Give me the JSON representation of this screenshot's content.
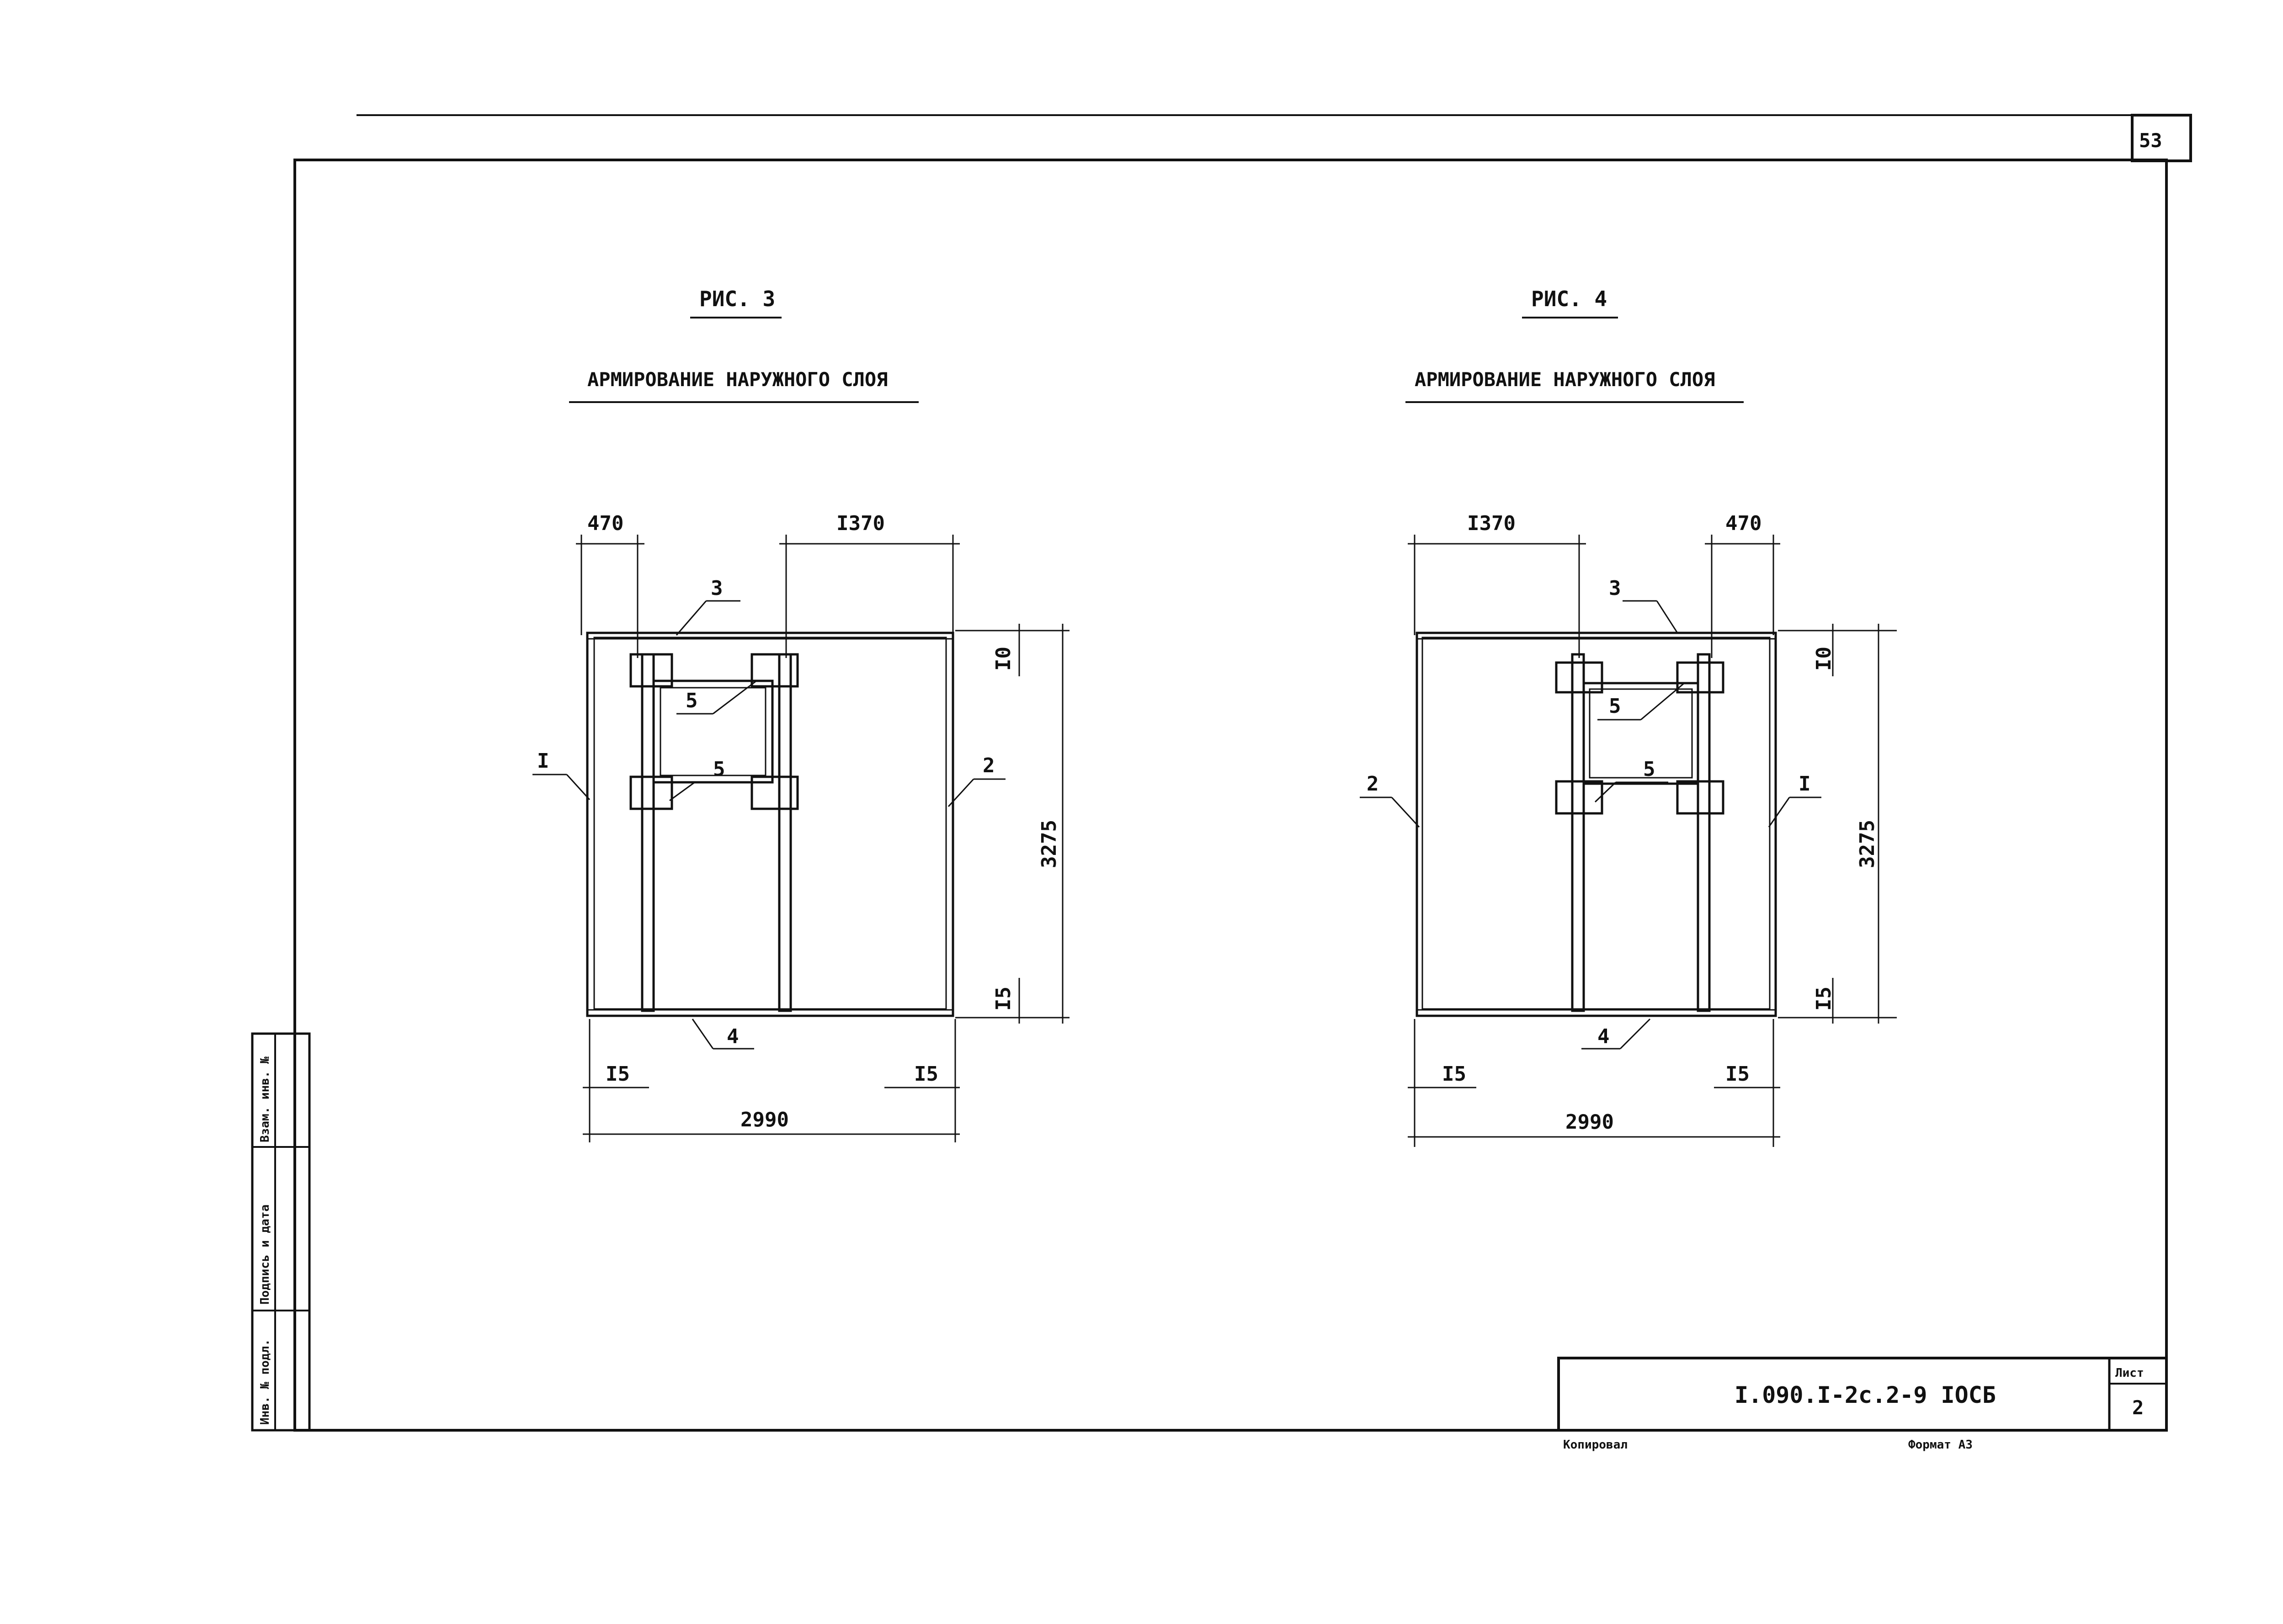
{
  "page": {
    "sheet_corner_number": "53"
  },
  "figures": [
    {
      "title": "РИС. 3",
      "subtitle": "АРМИРОВАНИЕ НАРУЖНОГО СЛОЯ",
      "dims": {
        "top_left": "470",
        "top_right": "I370",
        "right_top": "I0",
        "right_total": "3275",
        "right_bottom": "I5",
        "bottom_left": "I5",
        "bottom_right": "I5",
        "bottom_total": "2990"
      },
      "marks": {
        "m1": "I",
        "m2": "2",
        "m3": "3",
        "m4": "4",
        "m5a": "5",
        "m5b": "5"
      }
    },
    {
      "title": "РИС. 4",
      "subtitle": "АРМИРОВАНИЕ НАРУЖНОГО СЛОЯ",
      "dims": {
        "top_left": "I370",
        "top_right": "470",
        "right_top": "I0",
        "right_total": "3275",
        "right_bottom": "I5",
        "bottom_left": "I5",
        "bottom_right": "I5",
        "bottom_total": "2990"
      },
      "marks": {
        "m1": "I",
        "m2": "2",
        "m3": "3",
        "m4": "4",
        "m5a": "5",
        "m5b": "5"
      }
    }
  ],
  "side_stamp": {
    "field_1": "Взам. инв. №",
    "field_2": "Подпись и дата",
    "field_3": "Инв. № подл."
  },
  "title_block": {
    "code": "I.090.I-2c.2-9 IОСБ",
    "sheet_label": "Лист",
    "sheet_number": "2"
  },
  "footer": {
    "copied": "Копировал",
    "format": "Формат А3"
  }
}
